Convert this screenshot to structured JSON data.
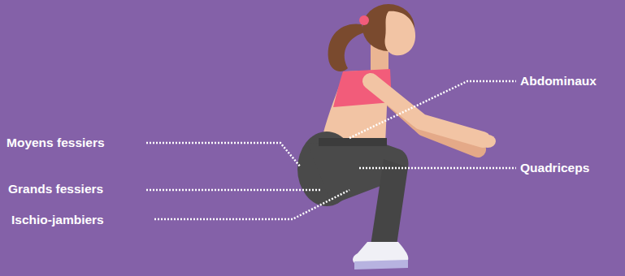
{
  "diagram": {
    "labels": [
      "Abdominaux",
      "Moyens fessiers",
      "Quadriceps",
      "Grands fessiers",
      "Ischio-jambiers"
    ]
  }
}
